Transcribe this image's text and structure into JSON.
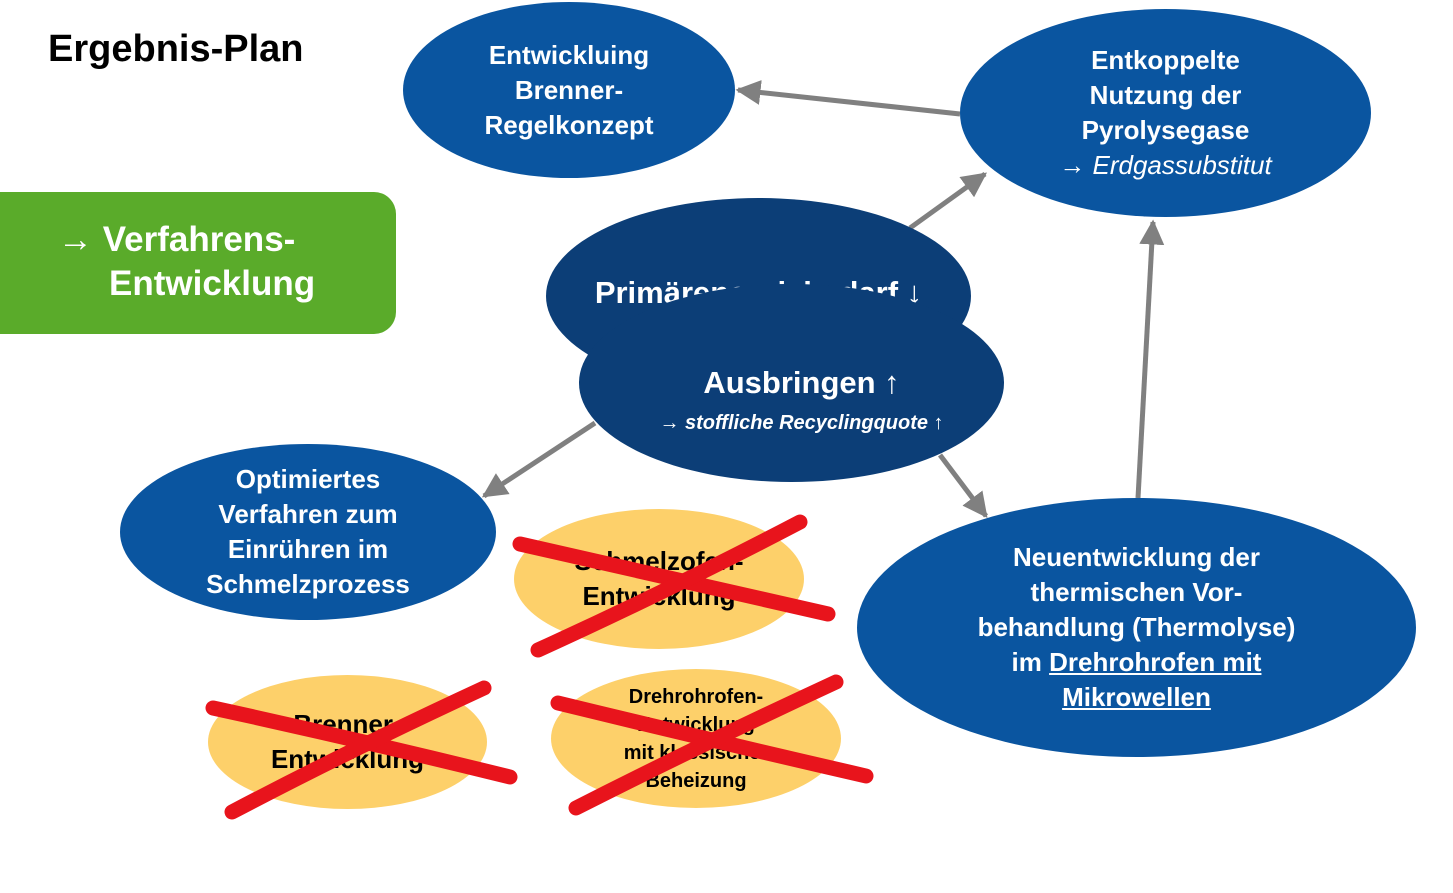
{
  "title": "Ergebnis-Plan",
  "green_box": {
    "line1": "→ Verfahrens-",
    "line2": "Entwicklung"
  },
  "nodes": {
    "brenner_regelkonzept": [
      "Entwickluing",
      "Brenner-",
      "Regelkonzept"
    ],
    "entkoppelte": [
      "Entkoppelte",
      "Nutzung der",
      "Pyrolysegase"
    ],
    "entkoppelte_sub": "→ Erdgassubstitut",
    "primaer": "Primärenergiebedarf ↓",
    "ausbringen": "Ausbringen ↑",
    "ausbringen_sub": "→ stoffliche Recyclingquote ↑",
    "optimiertes": [
      "Optimiertes",
      "Verfahren zum",
      "Einrühren im",
      "Schmelzprozess"
    ],
    "neuentwicklung": [
      "Neuentwicklung der",
      "thermischen Vor-",
      "behandlung (Thermolyse)"
    ],
    "neuentwicklung_prefix": "im ",
    "neuentwicklung_link1": "Drehrohrofen mit",
    "neuentwicklung_link2": "Mikrowellen",
    "schmelzofen": [
      "Schmelzofen-",
      "Entwicklung"
    ],
    "brenner": [
      "Brenner-",
      "Entwicklung"
    ],
    "drehrohrofen": [
      "Drehrohrofen-",
      "Entwicklung",
      "mit klassischer",
      "Beheizung"
    ]
  },
  "colors": {
    "blue": "#0a55a0",
    "dark_blue": "#0c3e77",
    "yellow": "#fdd06a",
    "green": "#5aab2a",
    "arrow": "#808080",
    "cross": "#e8141c"
  }
}
